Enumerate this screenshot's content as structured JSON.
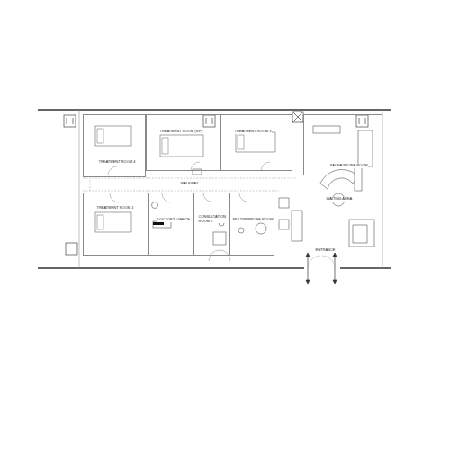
{
  "diagram": {
    "nodes": [
      {
        "text": [
          "TREATMENT ROOM 4"
        ]
      },
      {
        "text": [
          "TREATMENT ROOM (VIP)"
        ]
      },
      {
        "text": [
          "TREATMENT ROOM 3"
        ]
      },
      {
        "text": [
          "SAUNA/STONE ROOM"
        ]
      },
      {
        "text": [
          "TREATMENT ROOM 1"
        ]
      },
      {
        "text": [
          "DOCTOR'S OFFICE"
        ]
      },
      {
        "text": [
          "CONSULTATION ROOM 2"
        ]
      },
      {
        "text": [
          "MULTIPURPOSE ROOM"
        ]
      }
    ],
    "labels": [
      "WALKWAY",
      "WAITING AREA",
      "ENTRANCE"
    ]
  }
}
